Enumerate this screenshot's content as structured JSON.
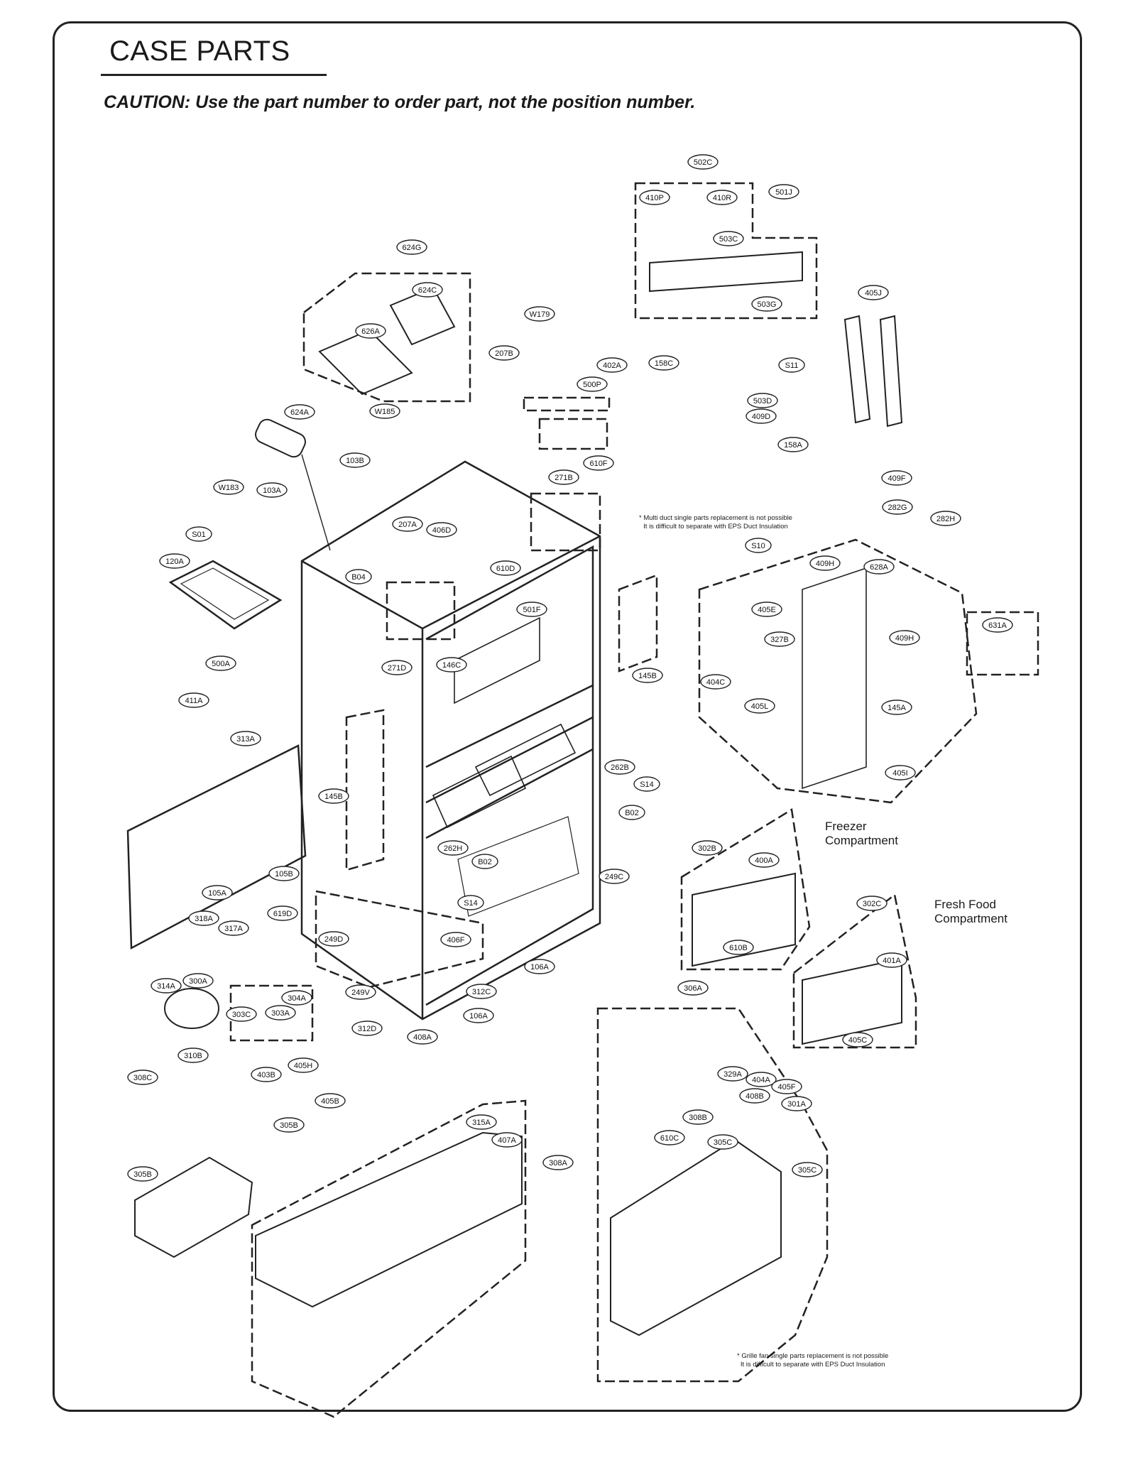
{
  "header": {
    "title": "CASE PARTS",
    "caution": "CAUTION: Use the part number to order part, not the position number."
  },
  "notes": {
    "multi_duct": [
      "* Multi duct single parts replacement is not possible",
      "It is difficult to separate with EPS Duct Insulation"
    ],
    "grille_fan": [
      "* Grille fan single parts replacement is not possible",
      "It is difficult to separate with EPS Duct Insulation"
    ]
  },
  "captions": {
    "freezer": [
      "Freezer",
      "Compartment"
    ],
    "fresh_food": [
      "Fresh Food",
      "Compartment"
    ]
  },
  "callouts": [
    "502C",
    "410P",
    "410R",
    "501J",
    "503C",
    "503G",
    "405J",
    "624G",
    "624C",
    "626A",
    "W179",
    "207B",
    "402A",
    "158C",
    "S11",
    "500P",
    "503D",
    "409D",
    "158A",
    "624A",
    "W185",
    "103B",
    "610F",
    "409F",
    "W183",
    "103A",
    "271B",
    "282G",
    "282H",
    "S01",
    "207A",
    "406D",
    "610D",
    "B04",
    "S10",
    "501F",
    "120A",
    "409H",
    "628A",
    "405E",
    "631A",
    "327B",
    "409H",
    "271D",
    "146C",
    "145B",
    "404C",
    "405L",
    "500A",
    "145A",
    "411A",
    "313A",
    "405I",
    "262B",
    "S14",
    "B02",
    "145B",
    "262H",
    "B02",
    "249C",
    "302B",
    "400A",
    "105B",
    "S14",
    "105A",
    "302C",
    "619D",
    "318A",
    "317A",
    "249D",
    "406F",
    "401A",
    "106A",
    "314A",
    "300A",
    "249V",
    "304A",
    "303C",
    "303A",
    "106A",
    "312C",
    "312D",
    "408A",
    "610B",
    "306A",
    "310B",
    "308C",
    "403B",
    "405H",
    "404A",
    "301A",
    "405B",
    "329A",
    "405F",
    "408B",
    "405C",
    "308B",
    "305B",
    "305C",
    "315A",
    "407A",
    "308A",
    "610C",
    "305B",
    "305C"
  ]
}
